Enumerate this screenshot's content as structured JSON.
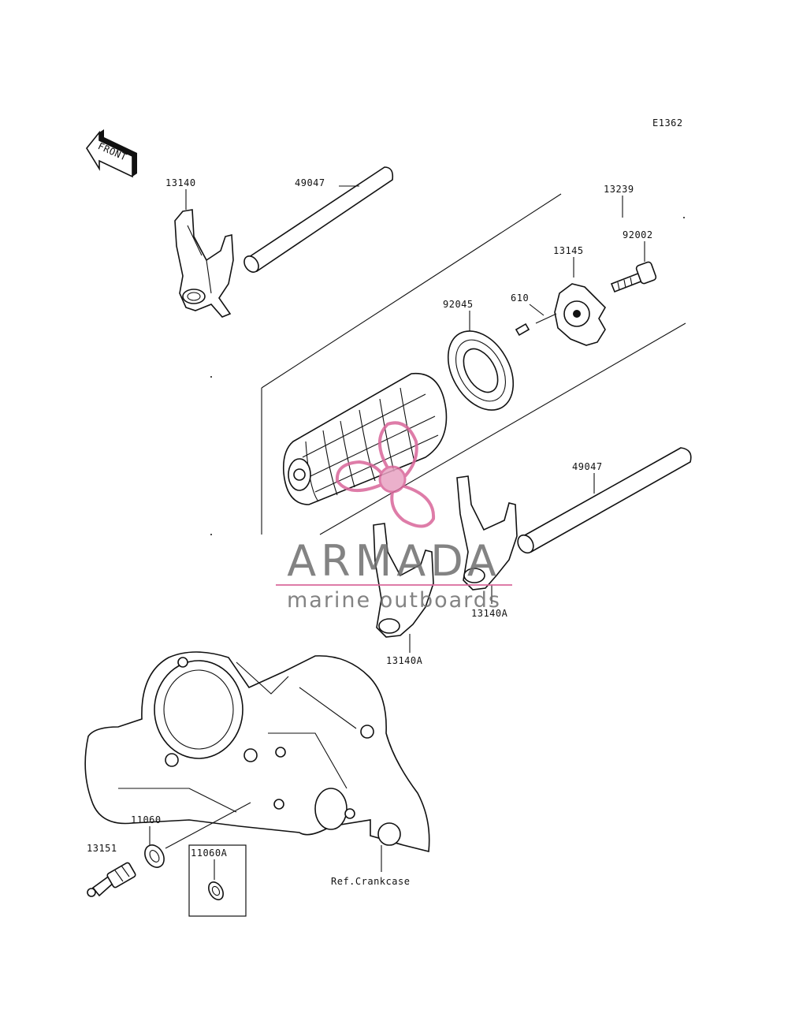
{
  "diagram": {
    "code": "E1362",
    "front_label": "FRONT",
    "parts": {
      "fork_upper": "13140",
      "shaft_upper": "49047",
      "drum_assy": "13239",
      "bolt": "92002",
      "drum_pin_plate": "13145",
      "pin": "610",
      "bearing": "92045",
      "shaft_lower": "49047",
      "fork_right": "13140A",
      "fork_left": "13140A",
      "washer": "11060",
      "washer_alt": "11060A",
      "sensor": "13151",
      "crankcase_ref": "Ref.Crankcase"
    }
  },
  "watermark": {
    "brand": "ARMADA",
    "tagline": "marine outboards",
    "colors": {
      "logo": "#d9669a",
      "text": "#6e6e6e",
      "line": "#d9669a"
    }
  }
}
